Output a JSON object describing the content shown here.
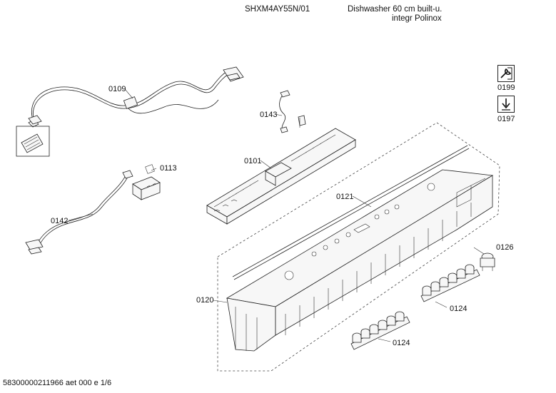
{
  "header": {
    "model": "SHXM4AY55N/01",
    "description_line1": "Dishwasher 60 cm built-u.",
    "description_line2": "integr Polinox"
  },
  "footer": {
    "document_code": "58300000211966 aet 000 e 1/6"
  },
  "parts": {
    "p0109": "0109",
    "p0143": "0143",
    "p0101": "0101",
    "p0113": "0113",
    "p0142": "0142",
    "p0121": "0121",
    "p0120": "0120",
    "p0126": "0126",
    "p0124a": "0124",
    "p0124b": "0124"
  },
  "tools": {
    "t0199": "0199",
    "t0197": "0197"
  },
  "icons": {
    "tool1": "wrench-icon",
    "tool2": "arrow-down-icon"
  }
}
